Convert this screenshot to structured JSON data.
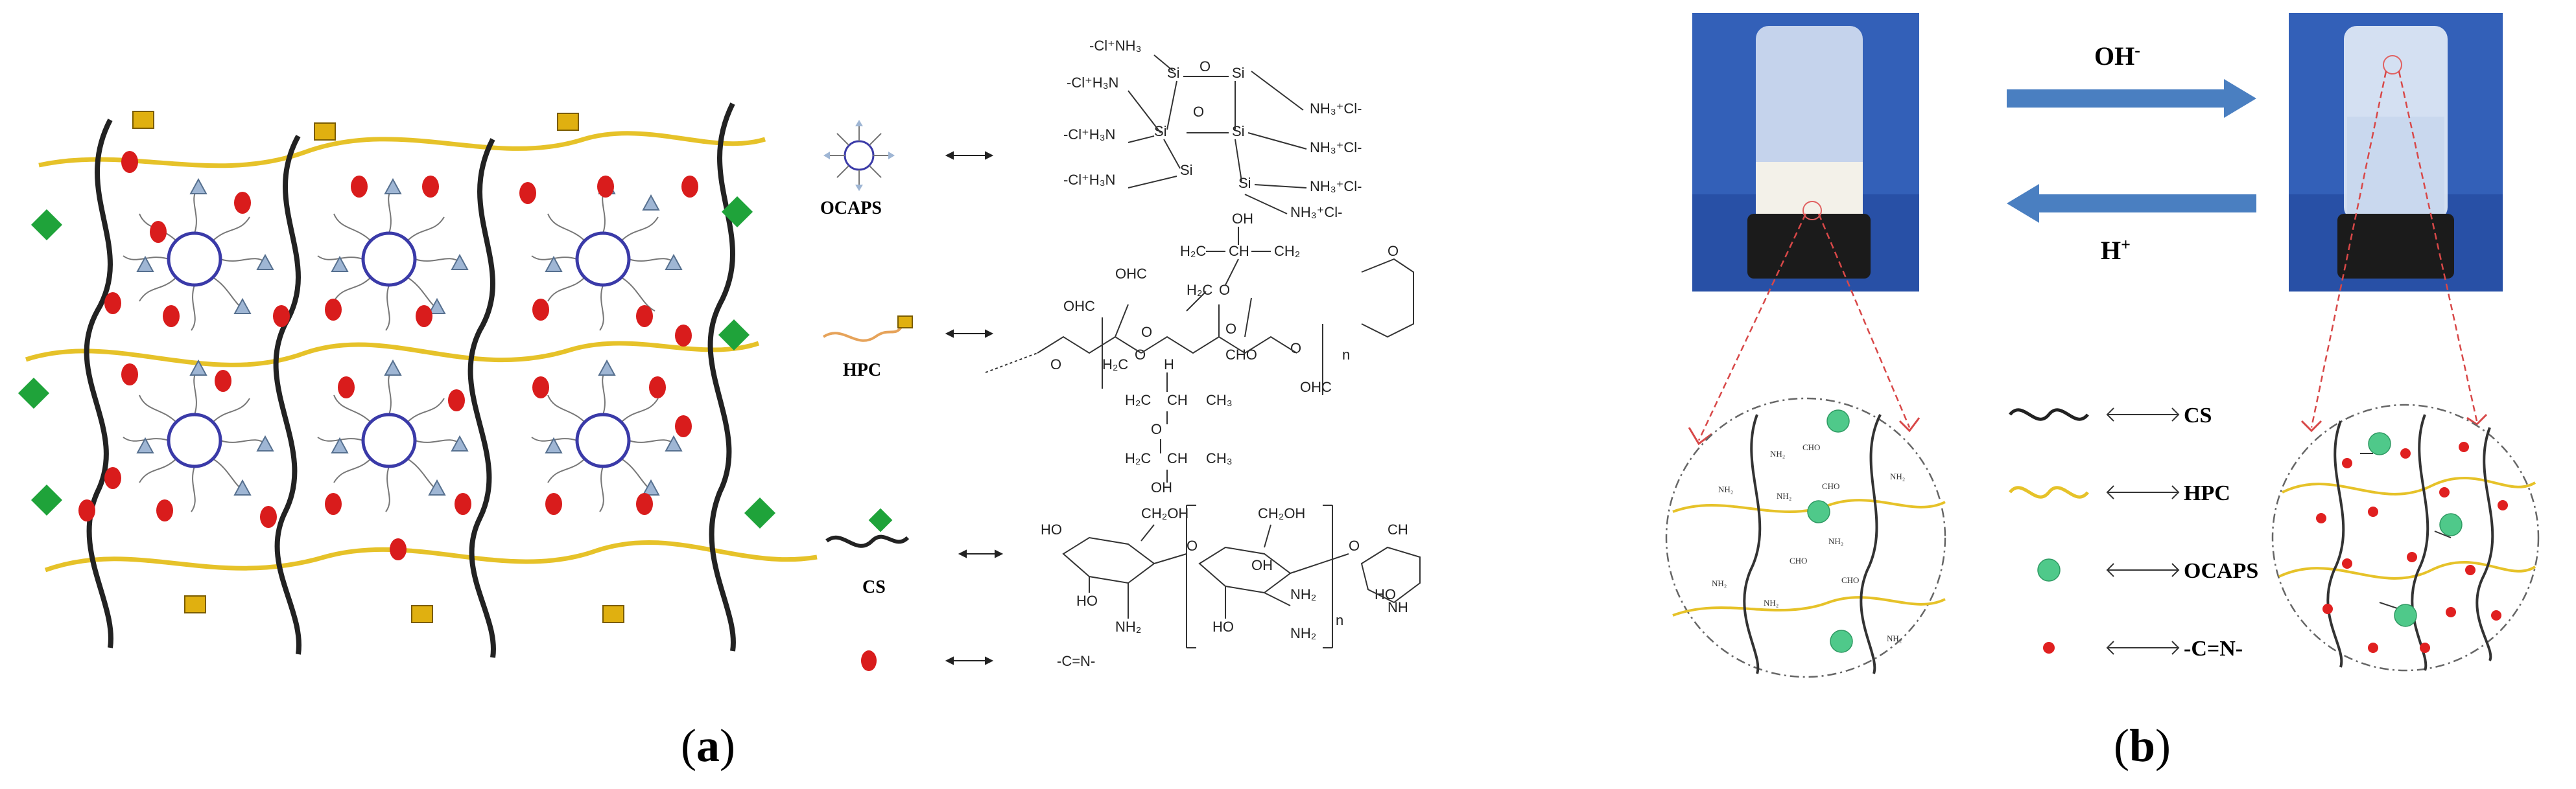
{
  "panel_a": {
    "legend": [
      {
        "label": "OCAPS",
        "icon": "ocaps-star-icon"
      },
      {
        "label": "HPC",
        "icon": "hpc-chain-icon"
      },
      {
        "label": "CS",
        "icon": "cs-chain-icon"
      },
      {
        "label": "",
        "icon": "imine-bond-icon"
      }
    ],
    "imine_formula": "-C=N-",
    "ocaps_structure_labels": [
      "-Cl⁺NH₃",
      "-Cl⁺H₃N",
      "-Cl⁺H₃N",
      "-Cl⁺H₃N",
      "NH₃⁺Cl-",
      "NH₃⁺Cl-",
      "NH₃⁺Cl-",
      "NH₃⁺Cl-",
      "Si",
      "O"
    ],
    "hpc_structure_labels": [
      "OH",
      "H₂C",
      "CH",
      "CH₃",
      "OHC",
      "CHO",
      "O",
      "n"
    ],
    "cs_structure_labels": [
      "CH₂OH",
      "HO",
      "NH₂",
      "O",
      "n",
      "OH"
    ],
    "colors": {
      "chain": "#222222",
      "hpc": "#e6c229",
      "imine": "#d91c1c",
      "ocaps": "#3a3aa8",
      "cs_marker": "#1fa33a",
      "hpc_marker": "#e0b010",
      "triangle": "#9fb6d4"
    }
  },
  "panel_b": {
    "arrow_top_label": "OH",
    "arrow_top_sup": "-",
    "arrow_bottom_label": "H",
    "arrow_bottom_sup": "+",
    "legend": [
      {
        "label": "CS",
        "icon": "cs-wave-icon"
      },
      {
        "label": "HPC",
        "icon": "hpc-wave-icon"
      },
      {
        "label": "OCAPS",
        "icon": "ocaps-sphere-icon"
      },
      {
        "label": "-C=N-",
        "icon": "imine-dot-icon"
      }
    ],
    "left_circle_labels": [
      "NH₂",
      "CHO"
    ],
    "colors": {
      "arrow": "#4a7fc1",
      "sphere": "#4fc98a",
      "dot": "#e02020",
      "dashed": "#d84848"
    }
  },
  "captions": {
    "a": "a",
    "b": "b"
  }
}
